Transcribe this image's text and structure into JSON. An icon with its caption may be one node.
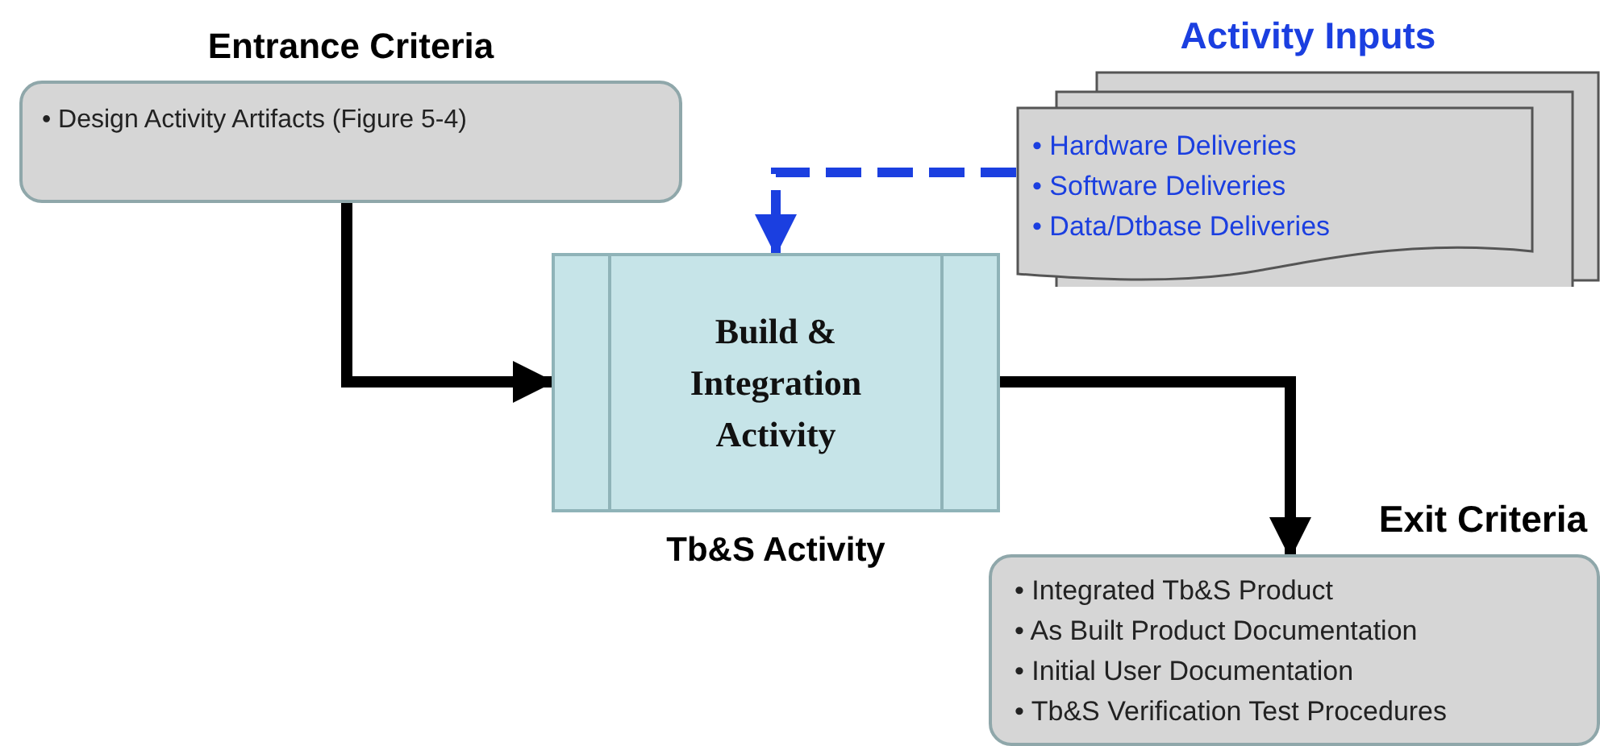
{
  "diagram": {
    "nodes": [
      {
        "text": [
          "Entrance Criteria",
          "• Design Activity Artifacts (Figure 5-4)"
        ]
      },
      {
        "text": [
          "Build & Integration Activity"
        ],
        "beside": [
          "Tb&S Activity"
        ]
      },
      {
        "text": [
          "Activity Inputs",
          "• Hardware Deliveries",
          "• Software Deliveries",
          "• Data/Dtbase Deliveries"
        ]
      },
      {
        "text": [
          "Exit Criteria",
          "• Integrated Tb&S Product",
          "• As Built Product Documentation",
          "• Initial User Documentation",
          "• Tb&S Verification Test Procedures"
        ]
      }
    ],
    "edges": [
      {
        "from": 0,
        "to": 1,
        "arrow": "to"
      },
      {
        "from": 2,
        "to": 1,
        "arrow": "to",
        "style": "dashed",
        "color": "#1b3fe0"
      },
      {
        "from": 1,
        "to": 3,
        "arrow": "to"
      }
    ]
  }
}
